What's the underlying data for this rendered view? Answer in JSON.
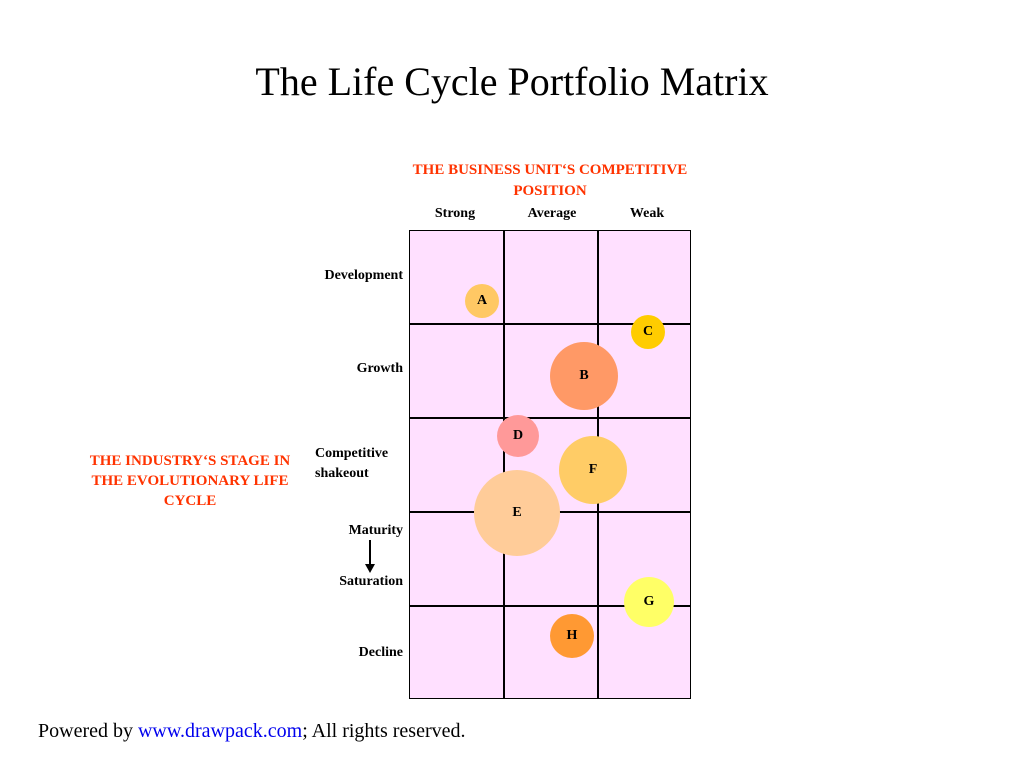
{
  "title": "The Life Cycle Portfolio Matrix",
  "column_axis": {
    "title": "THE BUSINESS UNIT‘S COMPETITIVE POSITION",
    "labels": [
      "Strong",
      "Average",
      "Weak"
    ]
  },
  "row_axis": {
    "title": "THE INDUSTRY‘S STAGE IN THE EVOLUTIONARY LIFE CYCLE",
    "labels": {
      "development": "Development",
      "growth": "Growth",
      "competitive": "Competitive shakeout",
      "maturity": "Maturity",
      "saturation": "Saturation",
      "decline": "Decline"
    }
  },
  "bubbles": [
    {
      "label": "A",
      "color": "#ffc864"
    },
    {
      "label": "B",
      "color": "#ff9966"
    },
    {
      "label": "C",
      "color": "#ffcc00"
    },
    {
      "label": "D",
      "color": "#ff9999"
    },
    {
      "label": "E",
      "color": "#ffcc99"
    },
    {
      "label": "F",
      "color": "#ffcc66"
    },
    {
      "label": "G",
      "color": "#ffff66"
    },
    {
      "label": "H",
      "color": "#ff9933"
    }
  ],
  "grid_color": "#ffe0ff",
  "accent_color": "#ff3300",
  "footer": {
    "prefix": "Powered by ",
    "link": "www.drawpack.com",
    "suffix": "; All rights reserved."
  }
}
